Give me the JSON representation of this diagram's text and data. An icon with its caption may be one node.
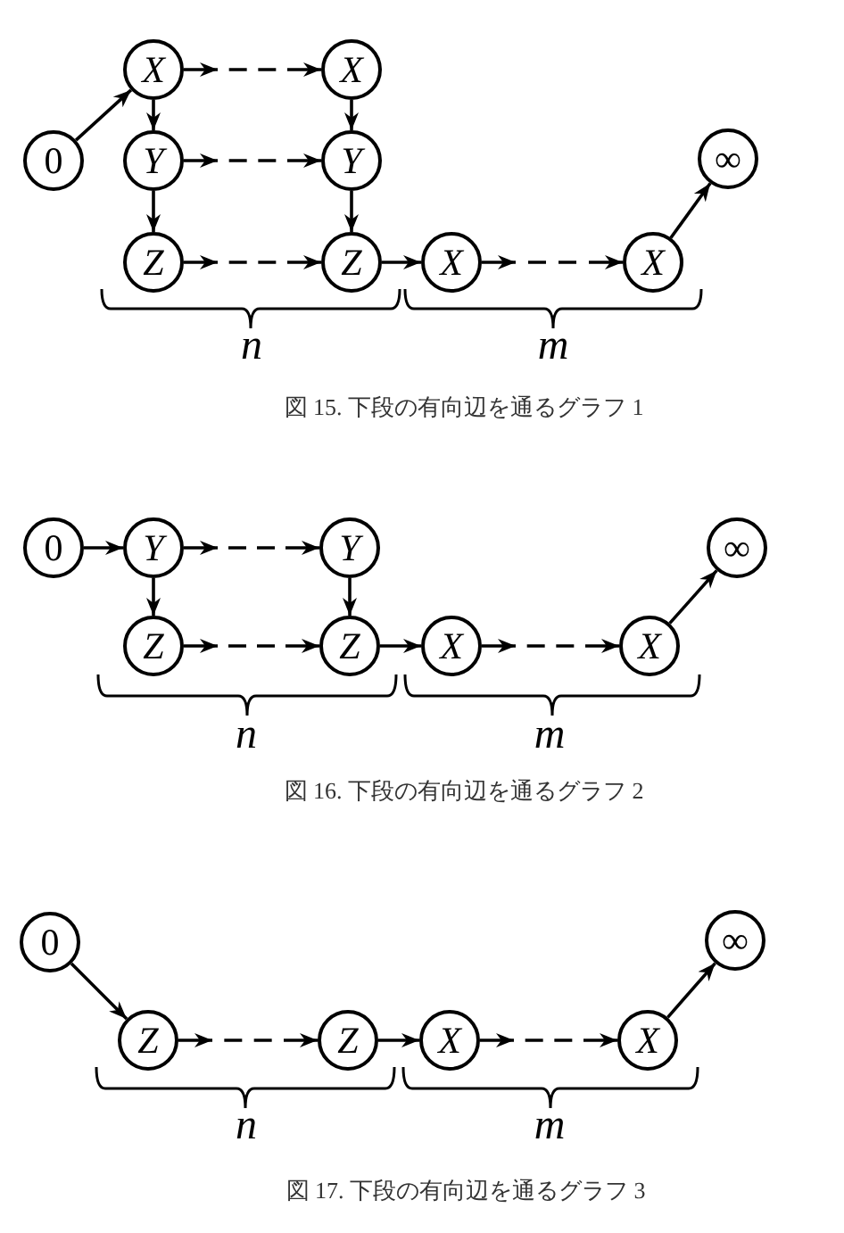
{
  "diagram": {
    "nodes": [
      {
        "text": [
          "0"
        ]
      },
      {
        "text": [
          "X"
        ]
      },
      {
        "text": [
          "X"
        ]
      },
      {
        "text": [
          "Y"
        ]
      },
      {
        "text": [
          "Y"
        ]
      },
      {
        "text": [
          "Z"
        ]
      },
      {
        "text": [
          "Z"
        ]
      },
      {
        "text": [
          "X"
        ]
      },
      {
        "text": [
          "X"
        ]
      },
      {
        "text": [
          "∞"
        ]
      },
      {
        "text": [
          "0"
        ]
      },
      {
        "text": [
          "Y"
        ]
      },
      {
        "text": [
          "Y"
        ]
      },
      {
        "text": [
          "Z"
        ]
      },
      {
        "text": [
          "Z"
        ]
      },
      {
        "text": [
          "X"
        ]
      },
      {
        "text": [
          "X"
        ]
      },
      {
        "text": [
          "∞"
        ]
      },
      {
        "text": [
          "0"
        ]
      },
      {
        "text": [
          "Z"
        ]
      },
      {
        "text": [
          "Z"
        ]
      },
      {
        "text": [
          "X"
        ]
      },
      {
        "text": [
          "X"
        ]
      },
      {
        "text": [
          "∞"
        ]
      }
    ],
    "edges": [
      {
        "from": 0,
        "to": 1,
        "arrow": "to"
      },
      {
        "from": 1,
        "to": 2,
        "arrow": "to",
        "style": "dashed"
      },
      {
        "from": 1,
        "to": 3,
        "arrow": "to"
      },
      {
        "from": 2,
        "to": 4,
        "arrow": "to"
      },
      {
        "from": 3,
        "to": 4,
        "arrow": "to",
        "style": "dashed"
      },
      {
        "from": 3,
        "to": 5,
        "arrow": "to"
      },
      {
        "from": 4,
        "to": 6,
        "arrow": "to"
      },
      {
        "from": 5,
        "to": 6,
        "arrow": "to",
        "style": "dashed"
      },
      {
        "from": 6,
        "to": 7,
        "arrow": "to"
      },
      {
        "from": 7,
        "to": 8,
        "arrow": "to",
        "style": "dashed"
      },
      {
        "from": 8,
        "to": 9,
        "arrow": "to"
      },
      {
        "from": 10,
        "to": 11,
        "arrow": "to"
      },
      {
        "from": 11,
        "to": 12,
        "arrow": "to",
        "style": "dashed"
      },
      {
        "from": 11,
        "to": 13,
        "arrow": "to"
      },
      {
        "from": 12,
        "to": 14,
        "arrow": "to"
      },
      {
        "from": 13,
        "to": 14,
        "arrow": "to",
        "style": "dashed"
      },
      {
        "from": 14,
        "to": 15,
        "arrow": "to"
      },
      {
        "from": 15,
        "to": 16,
        "arrow": "to",
        "style": "dashed"
      },
      {
        "from": 16,
        "to": 17,
        "arrow": "to"
      },
      {
        "from": 18,
        "to": 19,
        "arrow": "to"
      },
      {
        "from": 19,
        "to": 20,
        "arrow": "to",
        "style": "dashed"
      },
      {
        "from": 20,
        "to": 21,
        "arrow": "to"
      },
      {
        "from": 21,
        "to": 22,
        "arrow": "to",
        "style": "dashed"
      },
      {
        "from": 22,
        "to": 23,
        "arrow": "to"
      }
    ],
    "labels": [
      "n",
      "m",
      "図 15. 下段の有向辺を通るグラフ 1",
      "n",
      "m",
      "図 16. 下段の有向辺を通るグラフ 2",
      "n",
      "m",
      "図 17. 下段の有向辺を通るグラフ 3"
    ]
  }
}
